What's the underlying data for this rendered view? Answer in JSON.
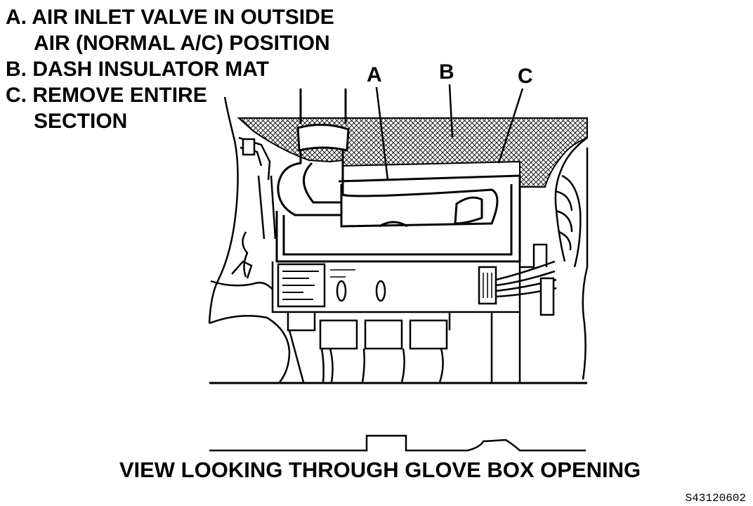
{
  "legend": {
    "a_line1": "A. AIR INLET VALVE IN OUTSIDE",
    "a_line2": "AIR (NORMAL A/C) POSITION",
    "b_line1": "B. DASH INSULATOR MAT",
    "c_line1": "C. REMOVE ENTIRE",
    "c_line2": "SECTION"
  },
  "callouts": {
    "a": "A",
    "b": "B",
    "c": "C"
  },
  "caption": "VIEW LOOKING THROUGH GLOVE BOX OPENING",
  "figure_id": "S43120602",
  "colors": {
    "ink": "#000000",
    "paper": "#ffffff"
  }
}
